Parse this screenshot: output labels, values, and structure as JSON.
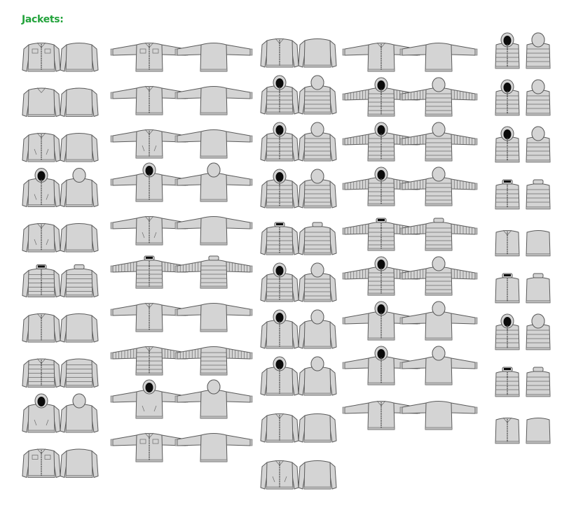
{
  "page": {
    "title": "Jackets:",
    "accent_color": "#22a33b"
  },
  "catalog": {
    "columns": [
      {
        "items": [
          {
            "kind": "jacket",
            "sleeves": "down",
            "hood": "none",
            "quilt": false,
            "zip": true,
            "opening": false,
            "style": "collar"
          },
          {
            "kind": "jacket",
            "sleeves": "down",
            "hood": "none",
            "quilt": false,
            "zip": false,
            "opening": false,
            "style": "bomber"
          },
          {
            "kind": "jacket",
            "sleeves": "down",
            "hood": "none",
            "quilt": false,
            "zip": true,
            "opening": true,
            "style": "round"
          },
          {
            "kind": "jacket",
            "sleeves": "down",
            "hood": "up",
            "quilt": false,
            "zip": true,
            "opening": true,
            "style": "hood-down"
          },
          {
            "kind": "jacket",
            "sleeves": "down",
            "hood": "none",
            "quilt": false,
            "zip": true,
            "opening": true,
            "style": "bomber"
          },
          {
            "kind": "jacket",
            "sleeves": "down",
            "hood": "collar",
            "quilt": true,
            "zip": true,
            "opening": false,
            "style": "puffer"
          },
          {
            "kind": "jacket",
            "sleeves": "down",
            "hood": "none",
            "quilt": false,
            "zip": true,
            "opening": false,
            "style": "v"
          },
          {
            "kind": "jacket",
            "sleeves": "down",
            "hood": "none",
            "quilt": true,
            "zip": true,
            "opening": false,
            "style": "puffer"
          },
          {
            "kind": "jacket",
            "sleeves": "down",
            "hood": "up",
            "quilt": false,
            "zip": false,
            "opening": true,
            "style": "anorak"
          },
          {
            "kind": "jacket",
            "sleeves": "down",
            "hood": "none",
            "quilt": false,
            "zip": true,
            "opening": false,
            "style": "denim"
          }
        ]
      },
      {
        "items": [
          {
            "kind": "jacket",
            "sleeves": "spread",
            "hood": "none",
            "quilt": false,
            "zip": true,
            "opening": false,
            "style": "collar"
          },
          {
            "kind": "jacket",
            "sleeves": "spread",
            "hood": "none",
            "quilt": false,
            "zip": true,
            "opening": false,
            "style": "bomber"
          },
          {
            "kind": "jacket",
            "sleeves": "spread",
            "hood": "none",
            "quilt": false,
            "zip": true,
            "opening": true,
            "style": "round"
          },
          {
            "kind": "jacket",
            "sleeves": "spread",
            "hood": "up",
            "quilt": false,
            "zip": true,
            "opening": false,
            "style": "hood-down"
          },
          {
            "kind": "jacket",
            "sleeves": "spread",
            "hood": "none",
            "quilt": false,
            "zip": true,
            "opening": true,
            "style": "bomber"
          },
          {
            "kind": "jacket",
            "sleeves": "spread",
            "hood": "collar",
            "quilt": true,
            "zip": true,
            "opening": false,
            "style": "puffer"
          },
          {
            "kind": "jacket",
            "sleeves": "spread",
            "hood": "none",
            "quilt": false,
            "zip": true,
            "opening": false,
            "style": "v"
          },
          {
            "kind": "jacket",
            "sleeves": "spread",
            "hood": "none",
            "quilt": true,
            "zip": true,
            "opening": false,
            "style": "puffer"
          },
          {
            "kind": "jacket",
            "sleeves": "spread",
            "hood": "up",
            "quilt": false,
            "zip": false,
            "opening": true,
            "style": "anorak"
          },
          {
            "kind": "jacket",
            "sleeves": "spread",
            "hood": "none",
            "quilt": false,
            "zip": true,
            "opening": false,
            "style": "denim"
          }
        ]
      },
      {
        "items": [
          {
            "kind": "jacket",
            "sleeves": "down",
            "hood": "none",
            "quilt": false,
            "zip": true,
            "opening": false,
            "style": "round"
          },
          {
            "kind": "jacket",
            "sleeves": "down",
            "hood": "up",
            "quilt": true,
            "zip": true,
            "opening": false,
            "style": "puffer"
          },
          {
            "kind": "jacket",
            "sleeves": "down",
            "hood": "up",
            "quilt": true,
            "zip": true,
            "opening": false,
            "style": "puffer"
          },
          {
            "kind": "jacket",
            "sleeves": "down",
            "hood": "up",
            "quilt": true,
            "zip": true,
            "opening": false,
            "style": "puffer"
          },
          {
            "kind": "jacket",
            "sleeves": "down",
            "hood": "collar",
            "quilt": true,
            "zip": true,
            "opening": false,
            "style": "puffer"
          },
          {
            "kind": "jacket",
            "sleeves": "down",
            "hood": "up",
            "quilt": true,
            "zip": true,
            "opening": false,
            "style": "puffer"
          },
          {
            "kind": "jacket",
            "sleeves": "down",
            "hood": "up",
            "quilt": false,
            "zip": true,
            "opening": false,
            "style": "hood-down"
          },
          {
            "kind": "jacket",
            "sleeves": "down",
            "hood": "up",
            "quilt": false,
            "zip": true,
            "opening": false,
            "style": "round"
          },
          {
            "kind": "jacket",
            "sleeves": "down",
            "hood": "none",
            "quilt": false,
            "zip": true,
            "opening": false,
            "style": "track"
          },
          {
            "kind": "jacket",
            "sleeves": "down",
            "hood": "none",
            "quilt": false,
            "zip": true,
            "opening": true,
            "style": "bomber"
          }
        ]
      },
      {
        "items": [
          {
            "kind": "jacket",
            "sleeves": "spread",
            "hood": "none",
            "quilt": false,
            "zip": true,
            "opening": false,
            "style": "round"
          },
          {
            "kind": "jacket",
            "sleeves": "spread",
            "hood": "up",
            "quilt": true,
            "zip": true,
            "opening": false,
            "style": "puffer"
          },
          {
            "kind": "jacket",
            "sleeves": "spread",
            "hood": "up",
            "quilt": true,
            "zip": true,
            "opening": false,
            "style": "puffer"
          },
          {
            "kind": "jacket",
            "sleeves": "spread",
            "hood": "up",
            "quilt": true,
            "zip": true,
            "opening": false,
            "style": "puffer"
          },
          {
            "kind": "jacket",
            "sleeves": "spread",
            "hood": "collar",
            "quilt": true,
            "zip": true,
            "opening": false,
            "style": "puffer"
          },
          {
            "kind": "jacket",
            "sleeves": "spread",
            "hood": "up",
            "quilt": true,
            "zip": true,
            "opening": false,
            "style": "puffer"
          },
          {
            "kind": "jacket",
            "sleeves": "spread",
            "hood": "up",
            "quilt": false,
            "zip": true,
            "opening": false,
            "style": "hood-down"
          },
          {
            "kind": "jacket",
            "sleeves": "spread",
            "hood": "up",
            "quilt": false,
            "zip": true,
            "opening": false,
            "style": "round"
          },
          {
            "kind": "jacket",
            "sleeves": "spread",
            "hood": "none",
            "quilt": false,
            "zip": true,
            "opening": false,
            "style": "track"
          }
        ]
      },
      {
        "items": [
          {
            "kind": "vest",
            "hood": "up",
            "quilt": true,
            "zip": true
          },
          {
            "kind": "vest",
            "hood": "up",
            "quilt": true,
            "zip": true
          },
          {
            "kind": "vest",
            "hood": "up",
            "quilt": true,
            "zip": true
          },
          {
            "kind": "vest",
            "hood": "collar",
            "quilt": true,
            "zip": true
          },
          {
            "kind": "vest",
            "hood": "none",
            "quilt": false,
            "zip": true
          },
          {
            "kind": "vest",
            "hood": "collar",
            "quilt": false,
            "zip": true
          },
          {
            "kind": "vest",
            "hood": "up",
            "quilt": true,
            "zip": true
          },
          {
            "kind": "vest",
            "hood": "collar",
            "quilt": true,
            "zip": true
          },
          {
            "kind": "vest",
            "hood": "none",
            "quilt": false,
            "zip": true
          }
        ]
      }
    ]
  }
}
